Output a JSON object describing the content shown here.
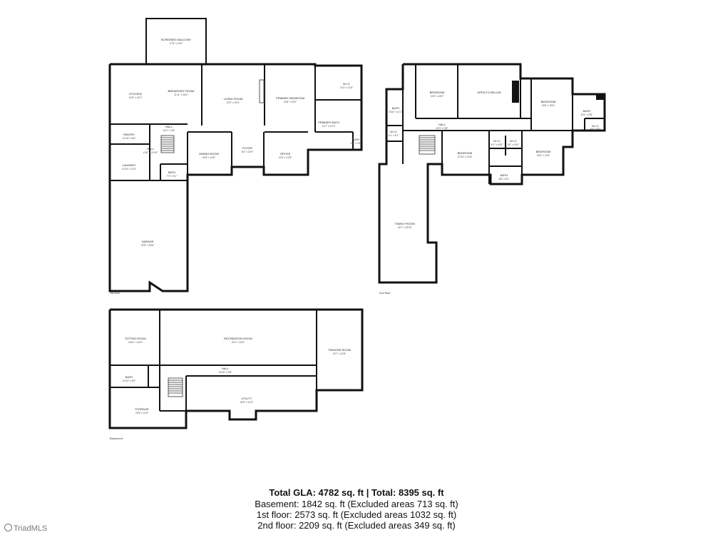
{
  "floors": {
    "first": {
      "label": "1st floor"
    },
    "second": {
      "label": "2nd floor"
    },
    "basement": {
      "label": "Basement"
    }
  },
  "rooms": {
    "balcony": {
      "name": "SCREENED BALCONY",
      "dims": "17'8\" x 14'0\""
    },
    "kitchen": {
      "name": "KITCHEN",
      "dims": "13'0\" x 16'1\""
    },
    "breakfast": {
      "name": "BREAKFAST ROOM",
      "dims": "11'11\" x 16'0\""
    },
    "living": {
      "name": "LIVING ROOM",
      "dims": "22'0\" x 20'3\""
    },
    "primary_bed": {
      "name": "PRIMARY BEDROOM",
      "dims": "15'8\" x 20'0\""
    },
    "wic1": {
      "name": "W.I.C",
      "dims": "10'1\" x 11'6\""
    },
    "primary_bath": {
      "name": "PRIMARY BATH",
      "dims": "14'7\" x 10'3\""
    },
    "bath_p": {
      "name": "BATH",
      "dims": "3'5\" x 3'3\""
    },
    "pantry": {
      "name": "PANTRY",
      "dims": "10'10\" x 5'6\""
    },
    "hall1": {
      "name": "HALL",
      "dims": "14'1\" x 3'6\""
    },
    "hall2": {
      "name": "HALL",
      "dims": "4'10\" x 10'10\""
    },
    "laundry": {
      "name": "LAUNDRY",
      "dims": "10'10\" x 11'0\""
    },
    "dining": {
      "name": "DINING ROOM",
      "dims": "15'8\" x 13'0\""
    },
    "foyer": {
      "name": "FOYER",
      "dims": "8'4\" x 10'0\""
    },
    "office": {
      "name": "OFFICE",
      "dims": "13'0\" x 12'8\""
    },
    "bath1": {
      "name": "BATH",
      "dims": "7'0\" x 5'1\""
    },
    "garage": {
      "name": "GARAGE",
      "dims": "22'8\" x 33'8\""
    },
    "bath_2a": {
      "name": "BATH",
      "dims": "8'10\" x 11'1\""
    },
    "wic_2a": {
      "name": "W.I.C",
      "dims": "4'1\" x 5'1\""
    },
    "bed_2a": {
      "name": "BEDROOM",
      "dims": "13'6\" x 16'0\""
    },
    "open_below": {
      "name": "OPEN TO BELOW",
      "dims": ""
    },
    "bed_2b": {
      "name": "BEDROOM",
      "dims": "15'8\" x 20'0\""
    },
    "bath_2b": {
      "name": "BATH",
      "dims": "8'11\" x 6'5\""
    },
    "wic_2b": {
      "name": "W.I.C",
      "dims": "4'0\" x 6'0\""
    },
    "hall_2": {
      "name": "HALL",
      "dims": "40'9\" x 3'8\""
    },
    "bed_2c": {
      "name": "BEDROOM",
      "dims": "12'10\" x 12'8\""
    },
    "wic_2c": {
      "name": "W.I.C",
      "dims": "4'0\" x 6'10\""
    },
    "wic_2d": {
      "name": "W.I.C",
      "dims": "4'0\" x 6'10\""
    },
    "bed_2d": {
      "name": "BEDROOM",
      "dims": "16'6\" x 12'8\""
    },
    "bath_2c": {
      "name": "BATH",
      "dims": "8'8\" x 8'1\""
    },
    "family": {
      "name": "FAMILY ROOM",
      "dims": "16'7\" x 30'11\""
    },
    "sitting": {
      "name": "SITTING ROOM",
      "dims": "18'11\" x 16'0\""
    },
    "recreation": {
      "name": "RECREATION ROOM",
      "dims": "41'0\" x 16'0\""
    },
    "theatre": {
      "name": "THEATRE ROOM",
      "dims": "13'7\" x 24'8\""
    },
    "bath_b": {
      "name": "BATH",
      "dims": "10'10\" x 5'0\""
    },
    "hall_b": {
      "name": "HALL",
      "dims": "15'10\" x 3'8\""
    },
    "utility": {
      "name": "UTILITY",
      "dims": "40'0\" x 12'0\""
    },
    "storage": {
      "name": "STORAGE",
      "dims": "22'8\" x 11'9\""
    }
  },
  "totals": {
    "line1": "Total GLA: 4782 sq. ft | Total: 8395 sq. ft",
    "line2": "Basement: 1842 sq. ft (Excluded areas 713 sq. ft)",
    "line3": "1st floor: 2573 sq. ft (Excluded areas 1032 sq. ft)",
    "line4": "2nd floor: 2209 sq. ft (Excluded areas 349 sq. ft)"
  },
  "watermark": "TriadMLS"
}
